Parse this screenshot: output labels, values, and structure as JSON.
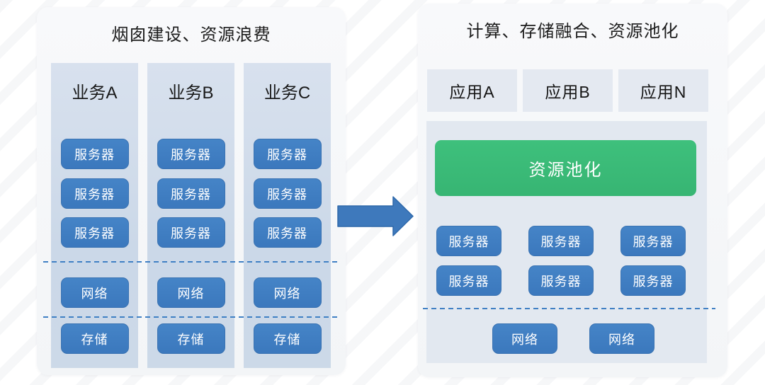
{
  "left_panel": {
    "title": "烟囱建设、资源浪费",
    "columns": [
      {
        "label": "业务A",
        "servers": [
          "服务器",
          "服务器",
          "服务器"
        ],
        "network": "网络",
        "storage": "存储"
      },
      {
        "label": "业务B",
        "servers": [
          "服务器",
          "服务器",
          "服务器"
        ],
        "network": "网络",
        "storage": "存储"
      },
      {
        "label": "业务C",
        "servers": [
          "服务器",
          "服务器",
          "服务器"
        ],
        "network": "网络",
        "storage": "存储"
      }
    ]
  },
  "arrow": {
    "direction": "right",
    "fill": "#3e79bc",
    "stroke": "#2e68aa"
  },
  "right_panel": {
    "title": "计算、存储融合、资源池化",
    "apps": [
      "应用A",
      "应用B",
      "应用N"
    ],
    "pool_label": "资源池化",
    "server_rows": [
      [
        "服务器",
        "服务器",
        "服务器"
      ],
      [
        "服务器",
        "服务器",
        "服务器"
      ]
    ],
    "networks": [
      "网络",
      "网络"
    ]
  },
  "colors": {
    "button_blue": "#3e7dc1",
    "pool_green": "#3bbb78",
    "column_bg": "#cdd9e8",
    "app_box_bg": "#e4e9f1",
    "dashed_line": "#4080c4",
    "card_bg": "#f5f6f8",
    "title_text": "#1c1c1c"
  }
}
